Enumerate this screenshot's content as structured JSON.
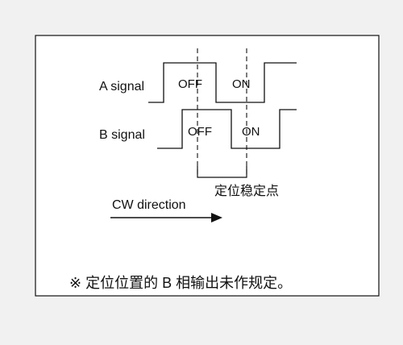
{
  "diagram": {
    "signal_a_label": "A signal",
    "signal_b_label": "B signal",
    "a_off_label": "OFF",
    "a_on_label": "ON",
    "b_off_label": "OFF",
    "b_on_label": "ON",
    "stable_point_label": "定位稳定点",
    "direction_label": "CW direction",
    "note": "※ 定位位置的 B 相输出未作规定。"
  },
  "colors": {
    "page_background": "#f1f1f1",
    "panel_background": "#ffffff",
    "line": "#111111"
  }
}
